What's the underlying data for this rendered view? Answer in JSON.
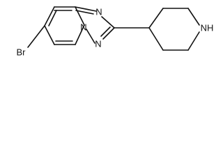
{
  "molecule": {
    "atoms": {
      "bromine": "Br",
      "n_top": "N",
      "n_bridge": "N",
      "n_bottom": "N",
      "nh": "NH"
    }
  },
  "colors": {
    "bond": "#111111",
    "text": "#111111",
    "background": "#ffffff"
  }
}
